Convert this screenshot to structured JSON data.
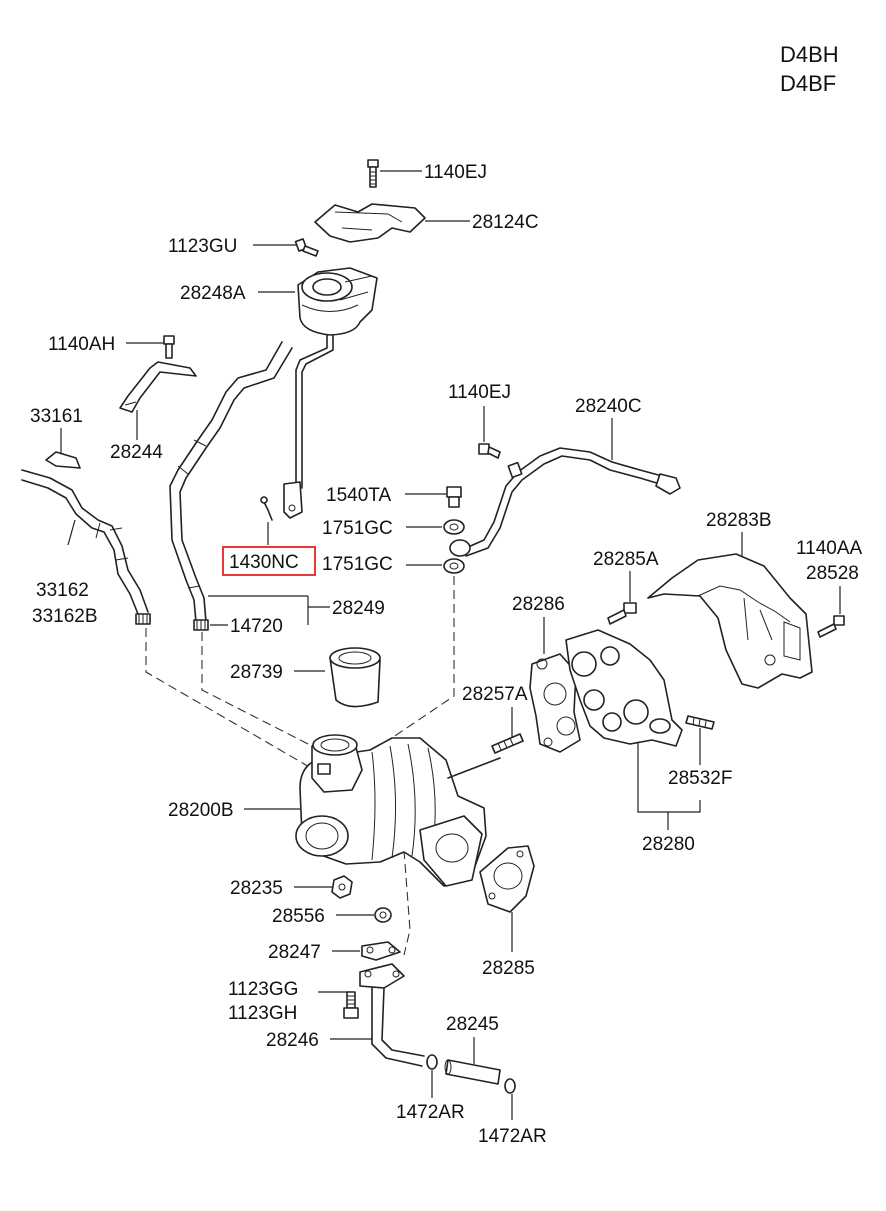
{
  "engine_codes": [
    "D4BH",
    "D4BF"
  ],
  "highlighted_part": "1430NC",
  "labels": {
    "p1140EJ_top": "1140EJ",
    "p28124C": "28124C",
    "p1123GU": "1123GU",
    "p28248A": "28248A",
    "p1140AH": "1140AH",
    "p33161": "33161",
    "p28244": "28244",
    "p1140EJ_mid": "1140EJ",
    "p28240C": "28240C",
    "p1540TA": "1540TA",
    "p1751GC_a": "1751GC",
    "p1751GC_b": "1751GC",
    "p1430NC": "1430NC",
    "p28283B": "28283B",
    "p1140AA": "1140AA",
    "p28528": "28528",
    "p28285A": "28285A",
    "p33162": "33162",
    "p33162B": "33162B",
    "p28249": "28249",
    "p14720": "14720",
    "p28286": "28286",
    "p28739": "28739",
    "p28257A": "28257A",
    "p28532F": "28532F",
    "p28200B": "28200B",
    "p28280": "28280",
    "p28235": "28235",
    "p28556": "28556",
    "p28285": "28285",
    "p28247": "28247",
    "p1123GG": "1123GG",
    "p1123GH": "1123GH",
    "p28245": "28245",
    "p28246": "28246",
    "p1472AR_a": "1472AR",
    "p1472AR_b": "1472AR"
  }
}
